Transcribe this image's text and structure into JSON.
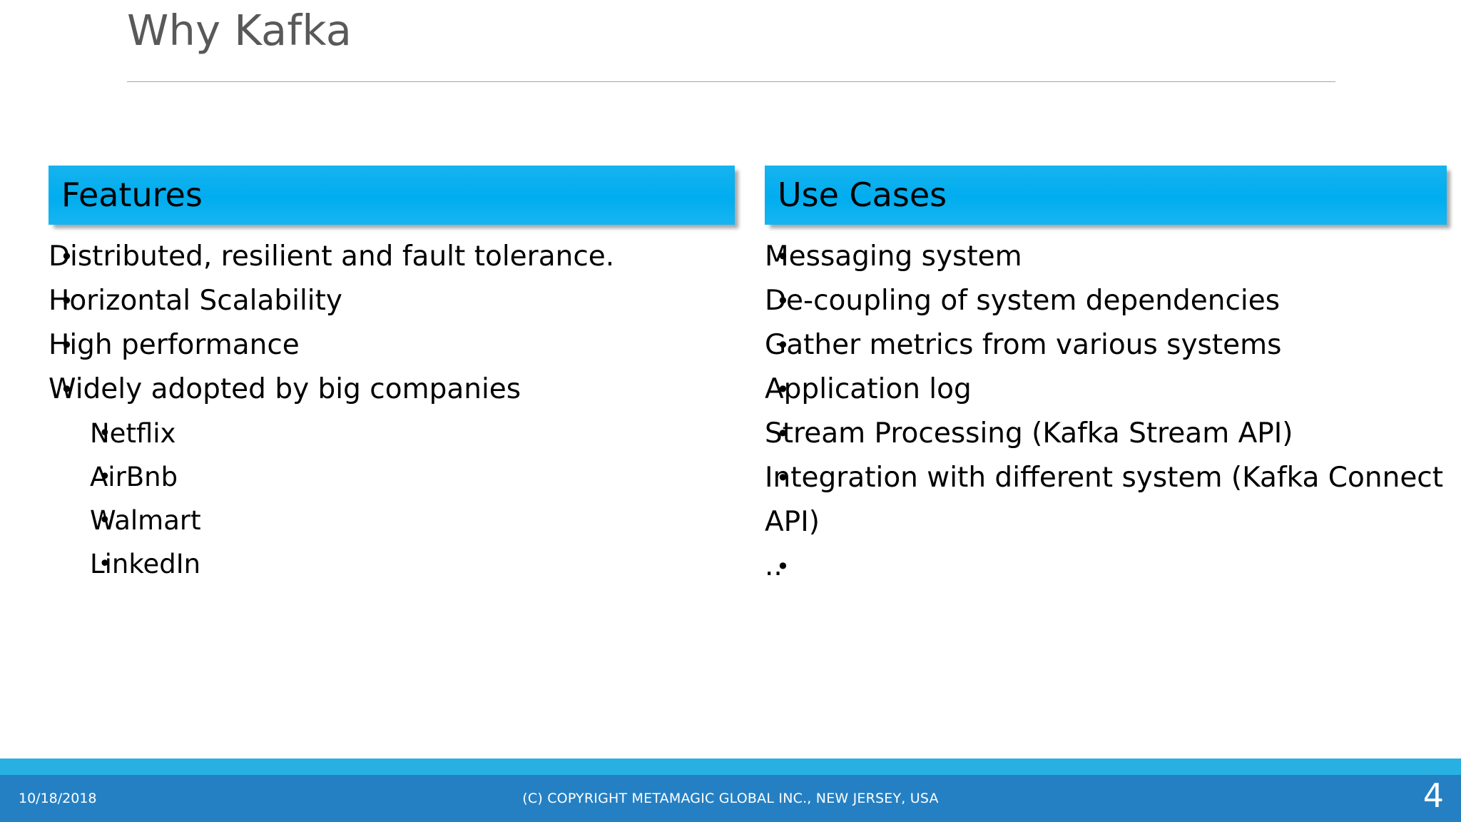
{
  "slide": {
    "title": "Why Kafka",
    "columns": [
      {
        "header": "Features",
        "items": [
          {
            "text": "Distributed, resilient and fault tolerance."
          },
          {
            "text": "Horizontal Scalability"
          },
          {
            "text": "High performance"
          },
          {
            "text": "Widely adopted by big companies",
            "sub": [
              "Netflix",
              "AirBnb",
              "Walmart",
              "LinkedIn"
            ]
          }
        ]
      },
      {
        "header": "Use Cases",
        "items": [
          {
            "text": "Messaging system"
          },
          {
            "text": "De-coupling of system dependencies"
          },
          {
            "text": "Gather metrics from various systems"
          },
          {
            "text": "Application log"
          },
          {
            "text": "Stream Processing (Kafka Stream API)"
          },
          {
            "text": "Integration with different system (Kafka Connect API)"
          },
          {
            "text": ".."
          }
        ]
      }
    ]
  },
  "footer": {
    "date": "10/18/2018",
    "copyright": "(C) COPYRIGHT METAMAGIC GLOBAL INC., NEW JERSEY, USA",
    "slide_number": "4"
  },
  "colors": {
    "header_bar_blue": "#00adef",
    "footer_strip_blue": "#29b0e2",
    "footer_bar_blue": "#2580c3",
    "title_gray": "#595959",
    "rule_gray": "#a6a6a6",
    "body_text": "#000000",
    "footer_text": "#ffffff"
  }
}
